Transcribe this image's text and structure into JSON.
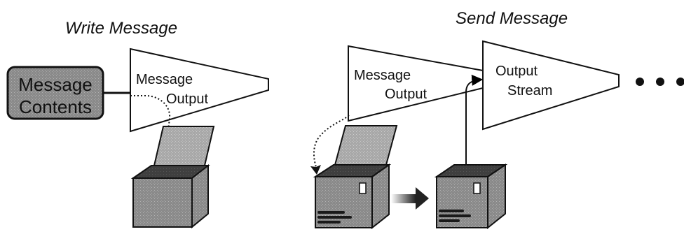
{
  "diagram": {
    "write_section": {
      "title": "Write Message",
      "contents_box": {
        "line1": "Message",
        "line2": "Contents"
      },
      "output_triangle": {
        "line1": "Message",
        "line2": "Output"
      }
    },
    "send_section": {
      "title": "Send Message",
      "message_output": {
        "line1": "Message",
        "line2": "Output"
      },
      "output_stream": {
        "line1": "Output",
        "line2": "Stream"
      }
    },
    "continuation_marker": "ellipsis"
  }
}
